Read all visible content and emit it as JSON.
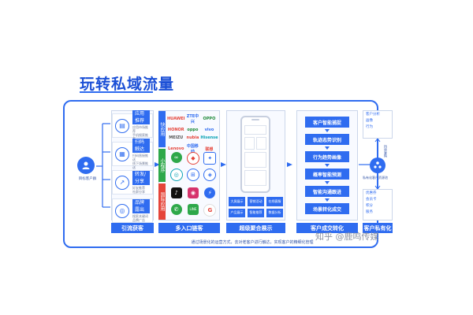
{
  "title": "玩转私域流量",
  "target_user": "目标客户群",
  "sources": [
    {
      "title": "应用推荐",
      "lines": [
        "应用市场推荐",
        "手机搜索推荐"
      ],
      "icon": "▤"
    },
    {
      "title": "扫码触达",
      "lines": [
        "扫码直接推送",
        "线下场景推送"
      ],
      "icon": "▦"
    },
    {
      "title": "转发/分享",
      "lines": [
        "好友推荐",
        "社群分享"
      ],
      "icon": "↗"
    },
    {
      "title": "品牌露出",
      "lines": [
        "搜索关键词",
        "品牌广告"
      ],
      "icon": "◎"
    }
  ],
  "labels": {
    "col1": "引流获客",
    "col2": "多入口链客",
    "col3": "超级聚合展示",
    "col4": "客户成交转化",
    "col5": "客户私有化"
  },
  "entry_groups": {
    "quick_app": "快应用",
    "mini_program": "小程序",
    "global_app": "国际应用"
  },
  "brands": [
    "HUAWEI",
    "ZTE中兴",
    "OPPO",
    "HONOR",
    "oppo",
    "vivo",
    "MEIZU",
    "nubia",
    "Hisense",
    "Lenovo",
    "中国移动",
    "联想"
  ],
  "aggregate_buttons": [
    "大屏展示",
    "营销活动",
    "在线客服",
    "产品展示",
    "智能推荐",
    "数据分析"
  ],
  "conversion_steps": [
    "客户智能捕捉",
    "轨迹态势识别",
    "行为趋势画像",
    "概率智能预测",
    "智能沟通跟进",
    "场景转化成交"
  ],
  "private": {
    "top_list": [
      "客户分析",
      "画像",
      "行为"
    ],
    "bottom_list": [
      "优惠券",
      "会员卡",
      "积分",
      "服务"
    ],
    "center_label": "私有化客户资源池",
    "loop_label": "持续复购"
  },
  "caption": "通过场景化的运营方式，去对老客户进行触达，实现客户的精细化管理",
  "watermark": "知乎 @鹿鸣传媒",
  "colors": {
    "accent": "#2f6cf0",
    "title": "#1b4fd6",
    "quick": "#2f6cf0",
    "mini": "#2ea84a",
    "global": "#e5443a"
  }
}
